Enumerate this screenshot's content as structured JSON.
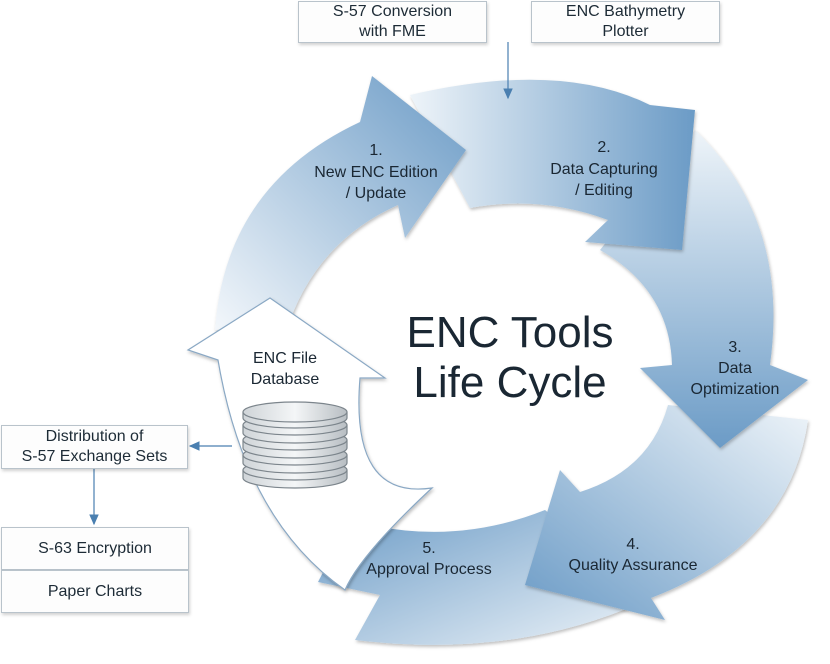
{
  "title": "ENC Tools\nLife Cycle",
  "tools": {
    "conversion": "S-57 Conversion\nwith FME",
    "plotter": "ENC Bathymetry\nPlotter"
  },
  "stages": [
    {
      "number": "1.",
      "label": "New ENC Edition\n/ Update"
    },
    {
      "number": "2.",
      "label": "Data Capturing\n/ Editing"
    },
    {
      "number": "3.",
      "label": "Data\nOptimization"
    },
    {
      "number": "4.",
      "label": "Quality Assurance"
    },
    {
      "number": "5.",
      "label": "Approval Process"
    }
  ],
  "database": {
    "label": "ENC File\nDatabase",
    "icon": "database-icon"
  },
  "outputs": {
    "distribution": "Distribution of\nS-57 Exchange Sets",
    "encryption": "S-63 Encryption",
    "paper": "Paper Charts"
  },
  "colors": {
    "arrow_dark": "#6a9bc6",
    "arrow_light": "#f2f7fb",
    "text": "#1a2733",
    "connector": "#4a7fb0"
  }
}
